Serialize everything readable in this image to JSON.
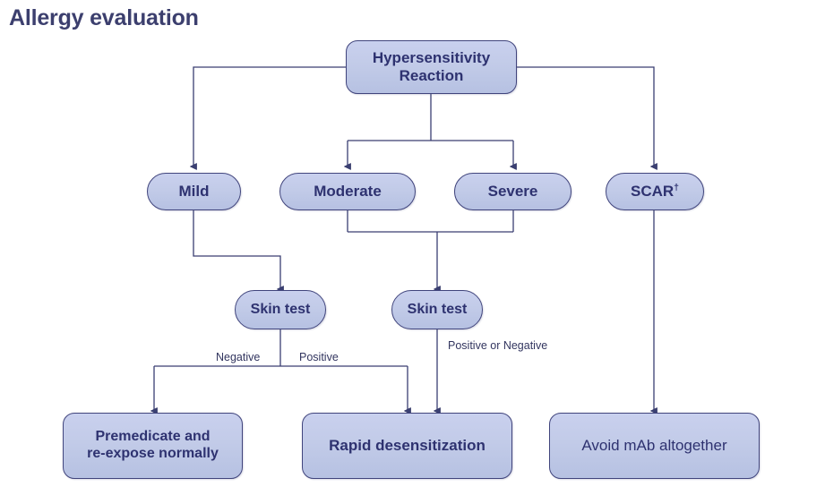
{
  "title": "Allergy evaluation",
  "colors": {
    "node_fill_top": "#c9d0ee",
    "node_fill_bottom": "#b6c1e2",
    "node_border": "#40447c",
    "text_navy": "#2e3270",
    "title_navy": "#3c3f6e",
    "edge_line": "#3a3f72",
    "background": "#ffffff"
  },
  "chart_data": {
    "type": "diagram",
    "title": "Allergy evaluation",
    "diagram_kind": "flowchart",
    "orientation": "top-down",
    "nodes": [
      {
        "id": "root",
        "label": "Hypersensitivity Reaction",
        "shape": "rounded-rect",
        "level": 0,
        "bold": true
      },
      {
        "id": "mild",
        "label": "Mild",
        "shape": "pill",
        "level": 1,
        "bold": true
      },
      {
        "id": "moderate",
        "label": "Moderate",
        "shape": "pill",
        "level": 1,
        "bold": true
      },
      {
        "id": "severe",
        "label": "Severe",
        "shape": "pill",
        "level": 1,
        "bold": true
      },
      {
        "id": "scar",
        "label": "SCAR†",
        "shape": "pill",
        "level": 1,
        "bold": true
      },
      {
        "id": "skintest1",
        "label": "Skin test",
        "shape": "pill",
        "level": 2,
        "bold": true
      },
      {
        "id": "skintest2",
        "label": "Skin test",
        "shape": "pill",
        "level": 2,
        "bold": true
      },
      {
        "id": "premed",
        "label": "Premedicate and re-expose normally",
        "shape": "rounded-rect",
        "level": 3,
        "bold": true
      },
      {
        "id": "rapid",
        "label": "Rapid desensitization",
        "shape": "rounded-rect",
        "level": 3,
        "bold": true
      },
      {
        "id": "avoid",
        "label": "Avoid mAb altogether",
        "shape": "rounded-rect",
        "level": 3,
        "bold": false
      }
    ],
    "edges": [
      {
        "from": "root",
        "to": "mild",
        "label": ""
      },
      {
        "from": "root",
        "to": "moderate",
        "label": ""
      },
      {
        "from": "root",
        "to": "severe",
        "label": ""
      },
      {
        "from": "root",
        "to": "scar",
        "label": ""
      },
      {
        "from": "mild",
        "to": "skintest1",
        "label": ""
      },
      {
        "from": "moderate",
        "to": "skintest2",
        "label": ""
      },
      {
        "from": "severe",
        "to": "skintest2",
        "label": ""
      },
      {
        "from": "skintest1",
        "to": "premed",
        "label": "Negative"
      },
      {
        "from": "skintest1",
        "to": "rapid",
        "label": "Positive"
      },
      {
        "from": "skintest2",
        "to": "rapid",
        "label": "Positive or Negative"
      },
      {
        "from": "scar",
        "to": "avoid",
        "label": ""
      }
    ]
  },
  "nodes": {
    "root": {
      "line1": "Hypersensitivity",
      "line2": "Reaction"
    },
    "mild": {
      "label": "Mild"
    },
    "moderate": {
      "label": "Moderate"
    },
    "severe": {
      "label": "Severe"
    },
    "scar": {
      "label": "SCAR",
      "dagger": "†"
    },
    "skintest1": {
      "label": "Skin test"
    },
    "skintest2": {
      "label": "Skin test"
    },
    "premed": {
      "line1": "Premedicate and",
      "line2": "re-expose normally"
    },
    "rapid": {
      "label": "Rapid desensitization"
    },
    "avoid": {
      "label": "Avoid mAb altogether"
    }
  },
  "edge_labels": {
    "negative": "Negative",
    "positive": "Positive",
    "positive_or_negative": "Positive or Negative"
  }
}
